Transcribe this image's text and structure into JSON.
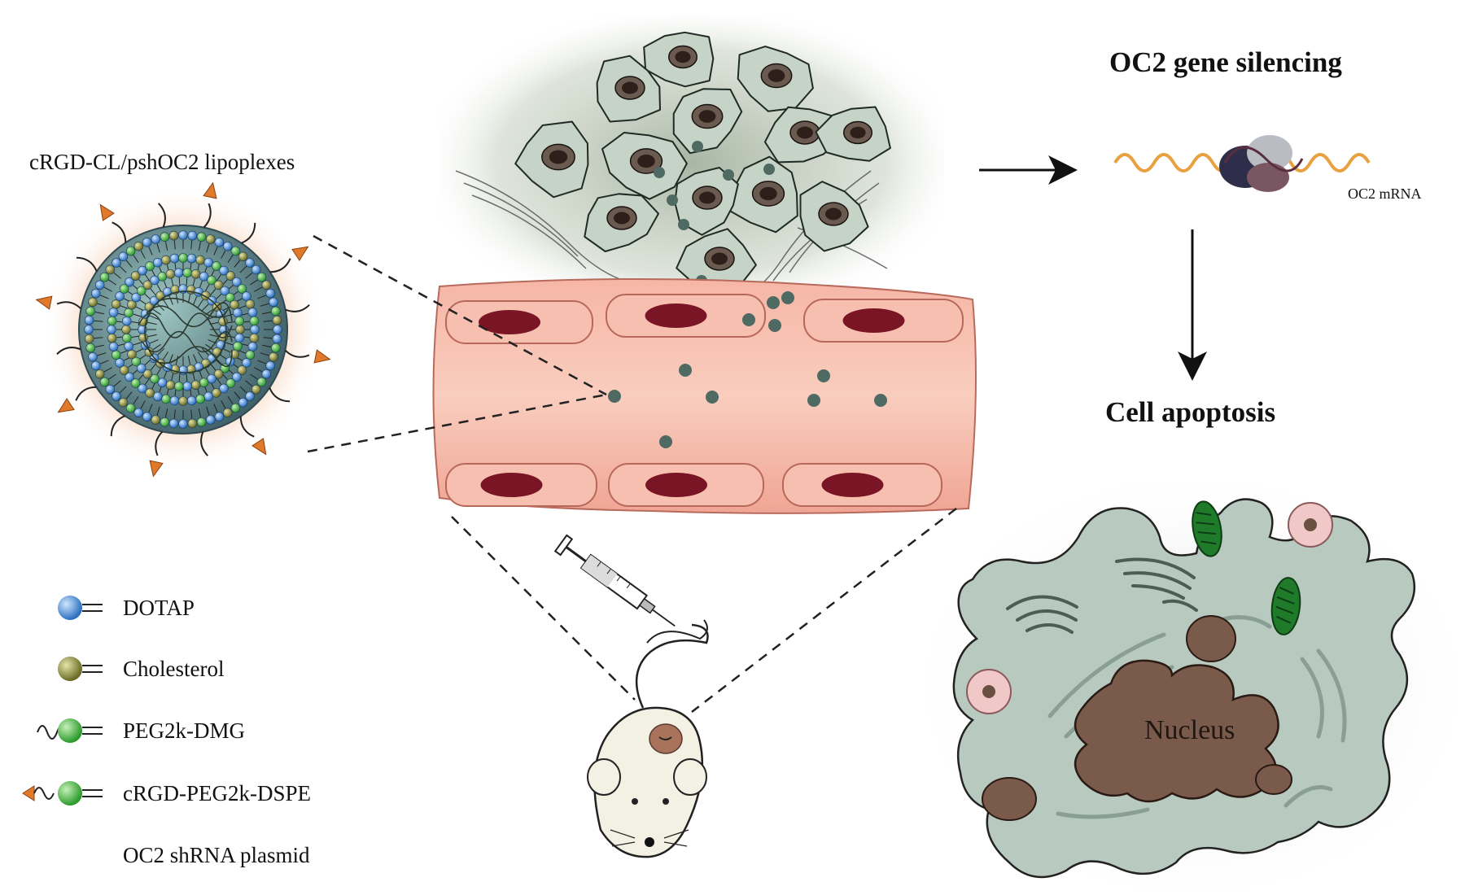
{
  "labels": {
    "lipoplex": "cRGD-CL/pshOC2 lipoplexes",
    "silencing": "OC2 gene silencing",
    "mrna": "OC2 mRNA",
    "apoptosis": "Cell apoptosis",
    "nucleus": "Nucleus"
  },
  "legend": [
    {
      "label": "DOTAP",
      "icon": "dotap-icon"
    },
    {
      "label": "Cholesterol",
      "icon": "cholesterol-icon"
    },
    {
      "label": "PEG2k-DMG",
      "icon": "peg-dmg-icon"
    },
    {
      "label": "cRGD-PEG2k-DSPE",
      "icon": "crgd-peg-dspe-icon"
    },
    {
      "label": "OC2 shRNA plasmid",
      "icon": ""
    }
  ],
  "colors": {
    "tumor_cell": "#c6d4c8",
    "tumor_nucleus": "#2e1f1a",
    "vessel": "#f2a898",
    "endothelial_nucleus": "#7a1526",
    "particle": "#4f6a63",
    "dotap": "#4a8fd6",
    "cholesterol": "#8a8a3c",
    "peg": "#3fae3f",
    "crgd": "#e07a2a",
    "mrna": "#e8a040",
    "mitochondria": "#1f7a2a",
    "apoptotic_cell": "#b8c9bf",
    "apoptotic_nucleus": "#7a5a4a"
  }
}
